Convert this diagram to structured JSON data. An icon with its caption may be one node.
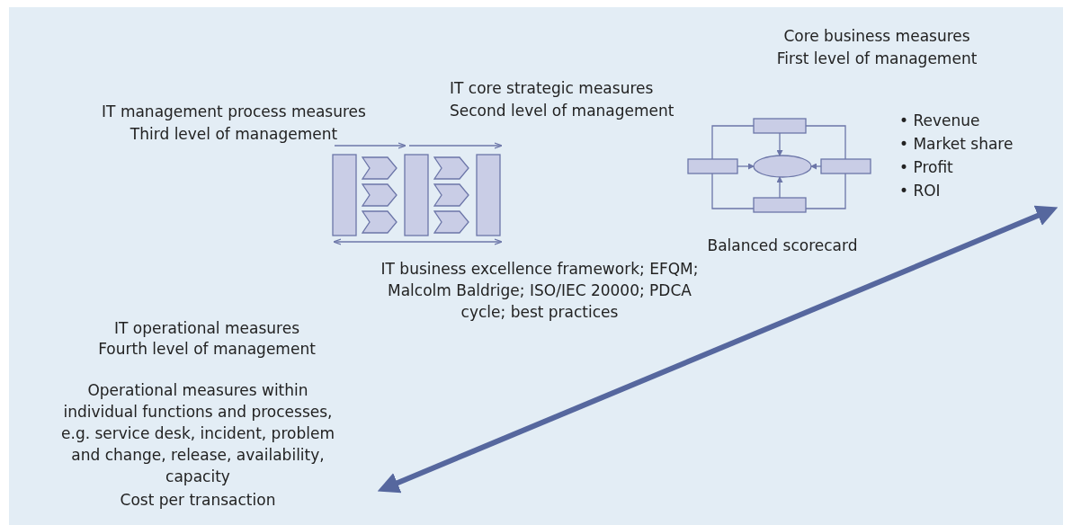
{
  "diagram": {
    "labels": [
      "Core business measures",
      "First level of management",
      "IT core strategic measures",
      "Second level of management",
      "IT management process measures",
      "Third level of management",
      "• Revenue",
      "• Market share",
      "• Profit",
      "• ROI",
      "Balanced scorecard",
      "IT business excellence framework; EFQM; Malcolm Baldrige; ISO/IEC 20000; PDCA cycle; best practices",
      "IT operational measures",
      "Fourth level of management",
      "Operational measures within individual functions and processes, e.g. service desk, incident, problem and change, release, availability, capacity",
      "Cost per transaction"
    ]
  }
}
